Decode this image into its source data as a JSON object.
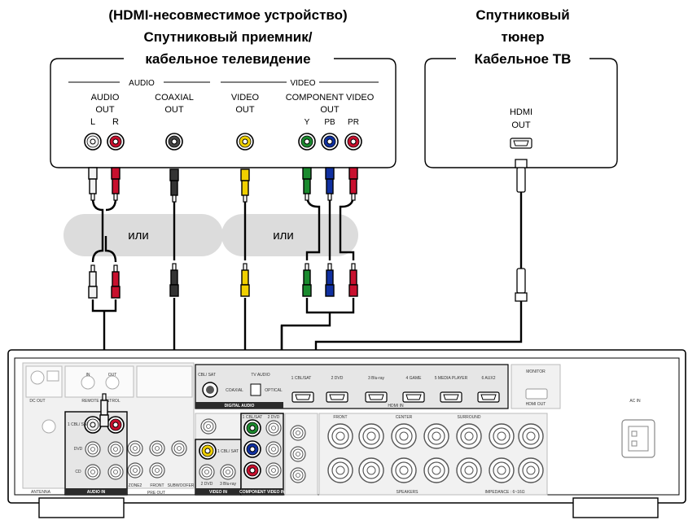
{
  "left_device": {
    "title_line1": "(HDMI-несовместимое устройство)",
    "title_line2": "Спутниковый приемник/",
    "title_line3": "кабельное телевидение",
    "audio_group": "AUDIO",
    "video_group": "VIDEO",
    "audio_out_1": "AUDIO",
    "audio_out_2": "OUT",
    "audio_l": "L",
    "audio_r": "R",
    "coaxial_1": "COAXIAL",
    "coaxial_2": "OUT",
    "video_out_1": "VIDEO",
    "video_out_2": "OUT",
    "component_1": "COMPONENT VIDEO",
    "component_2": "OUT",
    "comp_y": "Y",
    "comp_pb": "PB",
    "comp_pr": "PR"
  },
  "right_device": {
    "title_line1": "Спутниковый",
    "title_line2": "тюнер",
    "title_line3": "Кабельное ТВ",
    "hdmi_1": "HDMI",
    "hdmi_2": "OUT"
  },
  "or_label_left": "или",
  "or_label_right": "или",
  "receiver": {
    "cbl_sat": "CBL/ SAT",
    "tv_audio": "TV AUDIO",
    "coaxial": "COAXIAL",
    "optical": "OPTICAL",
    "digital_audio": "DIGITAL AUDIO",
    "hdmi_inputs": [
      "1 CBL/SAT",
      "2 DVD",
      "3 Blu-ray",
      "4 GAME",
      "5 MEDIA PLAYER",
      "6 AUX2"
    ],
    "hdmi_in": "HDMI IN",
    "monitor": "MONITOR",
    "hdmi_out": "HDMI OUT",
    "ac_in": "AC IN",
    "audio_in": "AUDIO IN",
    "video_in": "VIDEO IN",
    "component_video_in": "COMPONENT VIDEO IN",
    "antenna": "ANTENNA",
    "pre_out": "PRE OUT",
    "speakers": "SPEAKERS",
    "impedance": "IMPEDANCE : 6~16Ω",
    "front": "FRONT",
    "center": "CENTER",
    "surround": "SURROUND",
    "zone2": "ZONE2",
    "subwoofer": "SUBWOOFER",
    "remote_control": "REMOTE CONTROL",
    "dc_out": "DC OUT",
    "in_label": "IN",
    "out_label": "OUT",
    "cd": "CD",
    "dvd": "DVD",
    "component_2dvd": "2 DVD",
    "video_2dvd": "2 DVD",
    "video_3bluray": "3 Blu-ray",
    "video_1cbl": "1 CBL/ SAT",
    "comp_1cbl": "1 CBL/SAT",
    "audio_1cbl": "1 CBL/ SAT"
  },
  "colors": {
    "white_rca": "#f2f2f2",
    "red_rca": "#c8102e",
    "yellow_rca": "#f0d000",
    "green_rca": "#1a8a2e",
    "blue_rca": "#1030a0",
    "panel_gray": "#e6e6e6",
    "highlight_dark": "#2b2b2b"
  }
}
